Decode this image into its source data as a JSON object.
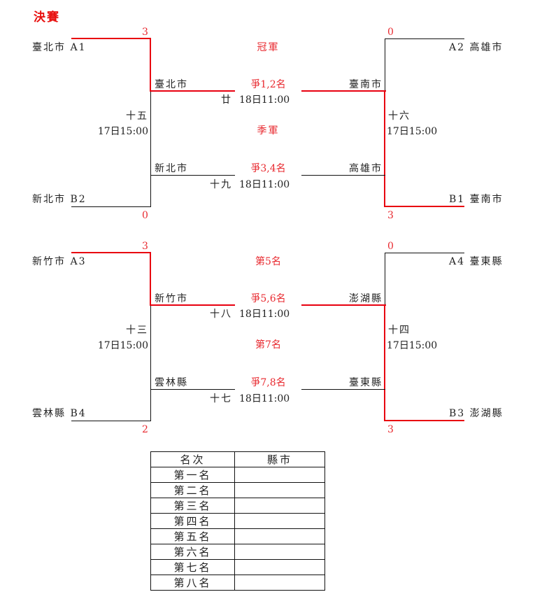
{
  "title": "決賽",
  "brackets": [
    {
      "left_top": {
        "team": "臺北市",
        "seed": "A1",
        "score": "3"
      },
      "left_bottom": {
        "team": "新北市",
        "seed": "B2",
        "score": "0"
      },
      "left_match": {
        "no": "十五",
        "time": "17日15:00"
      },
      "left_upper_winner": "臺北市",
      "left_lower_loser": "新北市",
      "right_top": {
        "team": "高雄市",
        "seed": "A2",
        "score": "0"
      },
      "right_bottom": {
        "team": "臺南市",
        "seed": "B1",
        "score": "3"
      },
      "right_match": {
        "no": "十六",
        "time": "17日15:00"
      },
      "right_upper_winner": "臺南市",
      "right_lower_loser": "高雄市",
      "upper_title": "冠軍",
      "upper_label": "爭1,2名",
      "upper_match": {
        "no": "廿",
        "time": "18日11:00"
      },
      "lower_title": "季軍",
      "lower_label": "爭3,4名",
      "lower_match": {
        "no": "十九",
        "time": "18日11:00"
      }
    },
    {
      "left_top": {
        "team": "新竹市",
        "seed": "A3",
        "score": "3"
      },
      "left_bottom": {
        "team": "雲林縣",
        "seed": "B4",
        "score": "2"
      },
      "left_match": {
        "no": "十三",
        "time": "17日15:00"
      },
      "left_upper_winner": "新竹市",
      "left_lower_loser": "雲林縣",
      "right_top": {
        "team": "臺東縣",
        "seed": "A4",
        "score": "0"
      },
      "right_bottom": {
        "team": "澎湖縣",
        "seed": "B3",
        "score": "3"
      },
      "right_match": {
        "no": "十四",
        "time": "17日15:00"
      },
      "right_upper_winner": "澎湖縣",
      "right_lower_loser": "臺東縣",
      "upper_title": "第5名",
      "upper_label": "爭5,6名",
      "upper_match": {
        "no": "十八",
        "time": "18日11:00"
      },
      "lower_title": "第7名",
      "lower_label": "爭7,8名",
      "lower_match": {
        "no": "十七",
        "time": "18日11:00"
      }
    }
  ],
  "ranking_table": {
    "headers": [
      "名次",
      "縣市"
    ],
    "rows": [
      {
        "rank": "第一名",
        "city": ""
      },
      {
        "rank": "第二名",
        "city": ""
      },
      {
        "rank": "第三名",
        "city": ""
      },
      {
        "rank": "第四名",
        "city": ""
      },
      {
        "rank": "第五名",
        "city": ""
      },
      {
        "rank": "第六名",
        "city": ""
      },
      {
        "rank": "第七名",
        "city": ""
      },
      {
        "rank": "第八名",
        "city": ""
      }
    ]
  },
  "colors": {
    "winner_line": "#e8000f",
    "label_red": "#e8292f",
    "line": "#111111"
  }
}
